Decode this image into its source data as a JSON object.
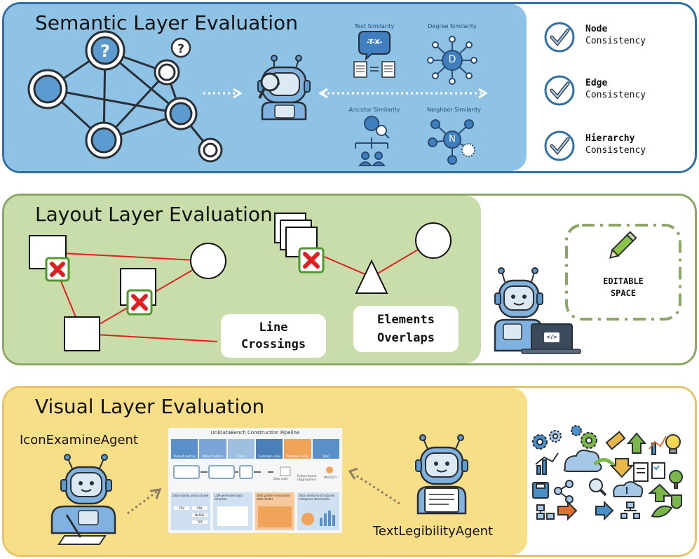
{
  "semantic": {
    "title": "Semantic Layer Evaluation",
    "similarities": [
      "Text Similarity",
      "Degree Similarity",
      "Ancistor Similarity",
      "Neighbor Similarity"
    ],
    "text_symbol": "-T-X-",
    "degree_letter": "D",
    "neighbor_letter": "N",
    "checks": [
      {
        "title": "Node",
        "sub": "Consistency"
      },
      {
        "title": "Edge",
        "sub": "Consistency"
      },
      {
        "title": "Hierarchy",
        "sub": "Consistency"
      }
    ]
  },
  "layout": {
    "title": "Layout Layer Evaluation",
    "line_crossings": [
      "Line",
      "Crossings"
    ],
    "elements_overlaps": [
      "Elements",
      "Overlaps"
    ],
    "editable_space": [
      "EDITABLE",
      "SPACE"
    ],
    "laptop_code": "</>"
  },
  "visual": {
    "title": "Visual Layer Evaluation",
    "icon_agent": "IconExamineAgent",
    "text_agent": "TextLegibilityAgent",
    "pipeline_title": "UniDataBench Construction Pipeline",
    "pipeline_stages": [
      "Product metrics",
      "Market metrics",
      "Trend",
      "Customer value",
      "Retention value",
      "Total"
    ],
    "pipeline_mid": [
      "Data cube",
      "Python-based (aggregation)",
      "(NoSQL?)"
    ],
    "pipeline_cards": [
      "Data mostly unstructured",
      "LLM-generated data schemas",
      "Data pattern-annotated data (truth)",
      "Data similar/unstructured enterprise documents"
    ],
    "pipeline_cells": [
      "CSV",
      "SQL",
      "NoSQL",
      "TXT"
    ]
  },
  "colors": {
    "semantic_border": "#2e6fa7",
    "semantic_fill": "#8ec3e6",
    "layout_border": "#8aa864",
    "layout_fill": "#c9ddab",
    "visual_border": "#e8c468",
    "visual_fill": "#f8de87"
  }
}
